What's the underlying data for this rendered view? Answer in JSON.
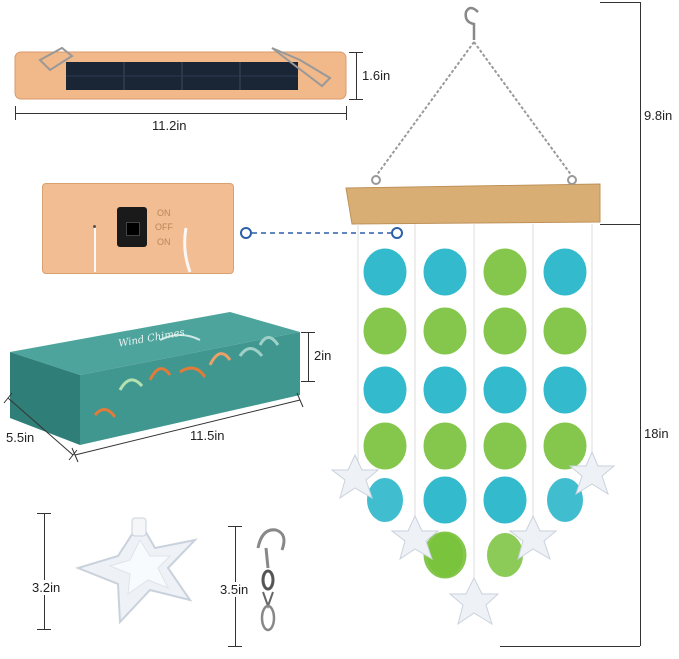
{
  "solar_panel": {
    "width_label": "11.2in",
    "height_label": "1.6in",
    "colors": {
      "body": "#f1b889",
      "panel": "#1a2536"
    }
  },
  "switch_detail": {
    "on_top": "ON",
    "off": "OFF",
    "on_bottom": "ON",
    "colors": {
      "body": "#f2bd92"
    }
  },
  "gift_box": {
    "title": "Wind Chimes",
    "height_label": "2in",
    "length_label": "11.5in",
    "depth_label": "5.5in",
    "colors": {
      "box": "#3f978f"
    }
  },
  "wind_chime": {
    "top_height_label": "9.8in",
    "bottom_height_label": "18in",
    "colors": {
      "wood": "#d9ae74",
      "shell_blue": "#1fb3c8",
      "shell_green": "#78c23a"
    }
  },
  "starfish": {
    "height_label": "3.2in"
  },
  "hook": {
    "height_label": "3.5in"
  }
}
